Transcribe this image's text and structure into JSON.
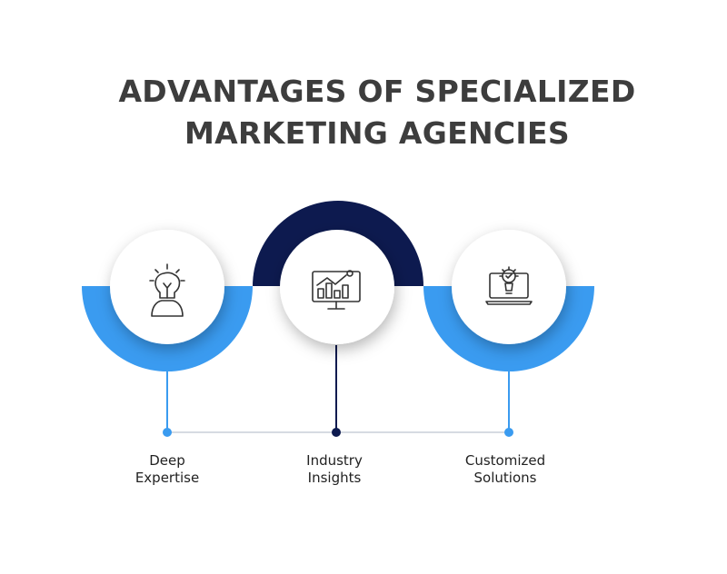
{
  "title": {
    "line1": "ADVANTAGES OF SPECIALIZED",
    "line2": "MARKETING AGENCIES"
  },
  "colors": {
    "accent_blue": "#3a9bf0",
    "navy": "#0d1a4f",
    "title_text": "#3d3d3d",
    "label_text": "#222222",
    "connector_gray": "#d6dbe2"
  },
  "items": [
    {
      "line1": "Deep",
      "line2": "Expertise",
      "icon": "lightbulb-head-icon",
      "color": "#3a9bf0"
    },
    {
      "line1": "Industry",
      "line2": "Insights",
      "icon": "analytics-monitor-icon",
      "color": "#0d1a4f"
    },
    {
      "line1": "Customized",
      "line2": "Solutions",
      "icon": "laptop-gear-icon",
      "color": "#3a9bf0"
    }
  ]
}
